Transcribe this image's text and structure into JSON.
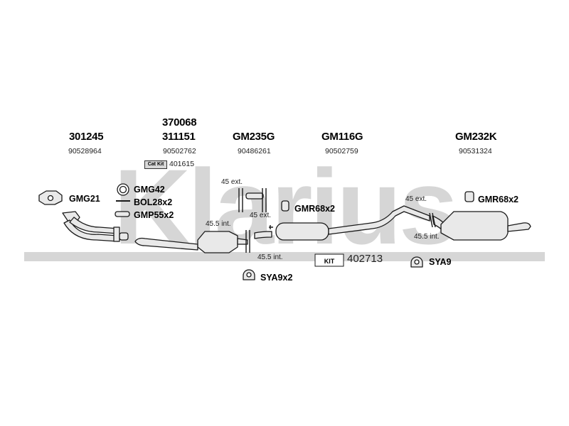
{
  "brand": {
    "watermark": "Klarius"
  },
  "columns": [
    {
      "part_number_top": "",
      "part_number": "301245",
      "oe_number": "90528964"
    },
    {
      "part_number_top": "370068",
      "part_number": "311151",
      "oe_number": "90502762"
    },
    {
      "part_number_top": "",
      "part_number": "GM235G",
      "oe_number": "90486261"
    },
    {
      "part_number_top": "",
      "part_number": "GM116G",
      "oe_number": "90502759"
    },
    {
      "part_number_top": "",
      "part_number": "GM232K",
      "oe_number": "90531324"
    }
  ],
  "cat_kit": {
    "tag": "Cat Kit",
    "number": "401615"
  },
  "fittings": {
    "gmg21": "GMG21",
    "gmg42": "GMG42",
    "bol28": "BOL28x2",
    "gmp55": "GMP55x2",
    "gmr68_a": "GMR68x2",
    "gmr68_b": "GMR68x2",
    "sya9x2": "SYA9x2",
    "sya9": "SYA9"
  },
  "kit": {
    "tag": "KIT",
    "number": "402713"
  },
  "dimensions": {
    "ext_a": "45 ext.",
    "ext_b": "45 ext.",
    "ext_c": "45 ext.",
    "int_a": "45.5 int.",
    "int_b": "45.5 int.",
    "int_c": "45.5 int."
  },
  "colors": {
    "watermark": "#d6d6d6",
    "line": "#1a1a1a",
    "part_fill": "#e9e9e9"
  }
}
